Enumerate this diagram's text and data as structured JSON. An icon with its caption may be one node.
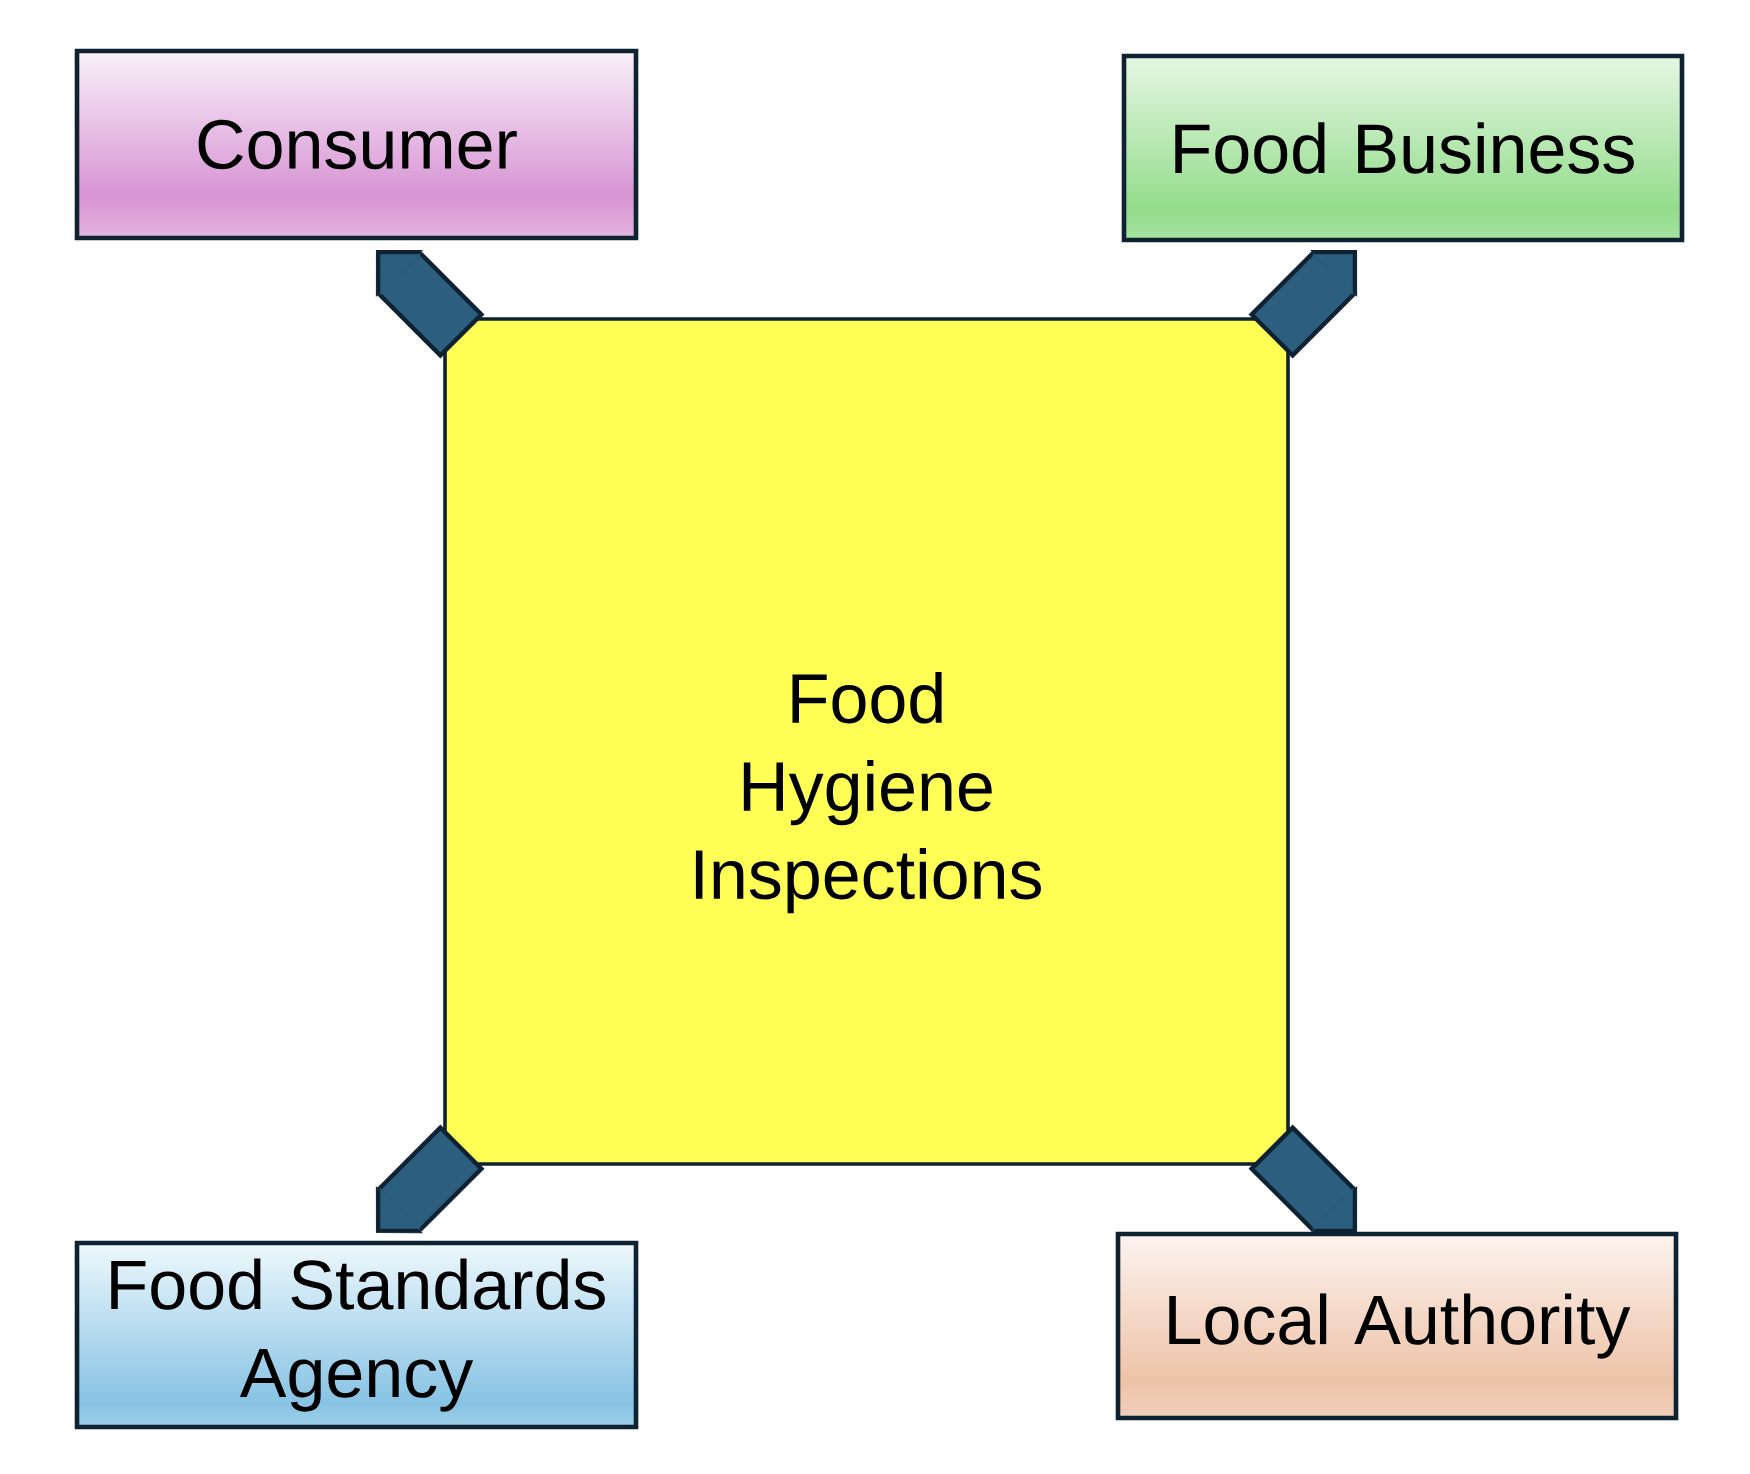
{
  "diagram": {
    "nodes": [
      {
        "text": [
          "Consumer"
        ]
      },
      {
        "text": [
          "Food Business"
        ]
      },
      {
        "text": [
          "Food Hygiene Inspections"
        ]
      },
      {
        "text": [
          "Food Standards Agency"
        ]
      },
      {
        "text": [
          "Local Authority"
        ]
      }
    ],
    "edges": [
      {
        "from": 2,
        "to": 0,
        "arrow": "to"
      },
      {
        "from": 2,
        "to": 1,
        "arrow": "to"
      },
      {
        "from": 2,
        "to": 3,
        "arrow": "to"
      },
      {
        "from": 2,
        "to": 4,
        "arrow": "to"
      }
    ]
  }
}
